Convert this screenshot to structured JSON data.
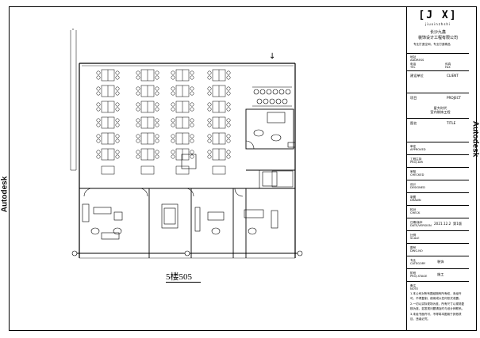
{
  "watermark": "Autodesk",
  "plan": {
    "label": "5楼505",
    "entry_marker": "↓"
  },
  "title_block": {
    "logo": "[J X]",
    "logo_sub": "jiuxinzhshi",
    "company_name": "长沙九鑫\n装饰设计工程有限公司",
    "company_tagline": "专业打造空间，专业打造精品",
    "address_label": "地址",
    "address_label_en": "ADDRESS",
    "tel_label": "电话",
    "tel_label_en": "TEL",
    "fax_label": "传真",
    "fax_label_en": "FAX",
    "client_label": "建设单位",
    "client_label_en": "CLIENT",
    "project_label": "项目",
    "project_label_en": "PROJECT",
    "project_value": "星大时代\n室内装饰工程",
    "title_label": "图名",
    "title_label_en": "TITLE",
    "approve_label": "审定",
    "approve_label_en": "APPROVED",
    "chief_label": "工程主持",
    "chief_label_en": "PROJ.DIR",
    "check_label": "审核",
    "check_label_en": "CHECKED",
    "design_label": "设计",
    "design_label_en": "DESIGNED",
    "draw_label": "制图",
    "draw_label_en": "DRAWN",
    "proofread_label": "校对",
    "proofread_label_en": "CHECK",
    "date_label": "日期/版本",
    "date_label_en": "DATE/VERSION",
    "date_value": "2021.12.2",
    "sheet_value": "第1版",
    "scale_label": "比例",
    "scale_label_en": "SCALE",
    "drawing_no_label": "图号",
    "drawing_no_label_en": "DWG.NO",
    "category_label": "专业",
    "category_label_en": "CATEGORY",
    "category_value": "装饰",
    "stage_label": "阶段",
    "stage_label_en": "PROJ.STAGE",
    "stage_value": "施工",
    "notes_label": "备注",
    "notes_label_en": "NOTE",
    "notes_text": "1.本公司对所有图纸拥有所有权，未经许可，不得复制、使用或以任何形式泄露。\n2.一切以实际现场为准，所有尺寸以现场复核为准，如发现问题请及时与设计师联系。\n3.未经书面许可，不得将本图用于其他项目，违者必究。"
  }
}
